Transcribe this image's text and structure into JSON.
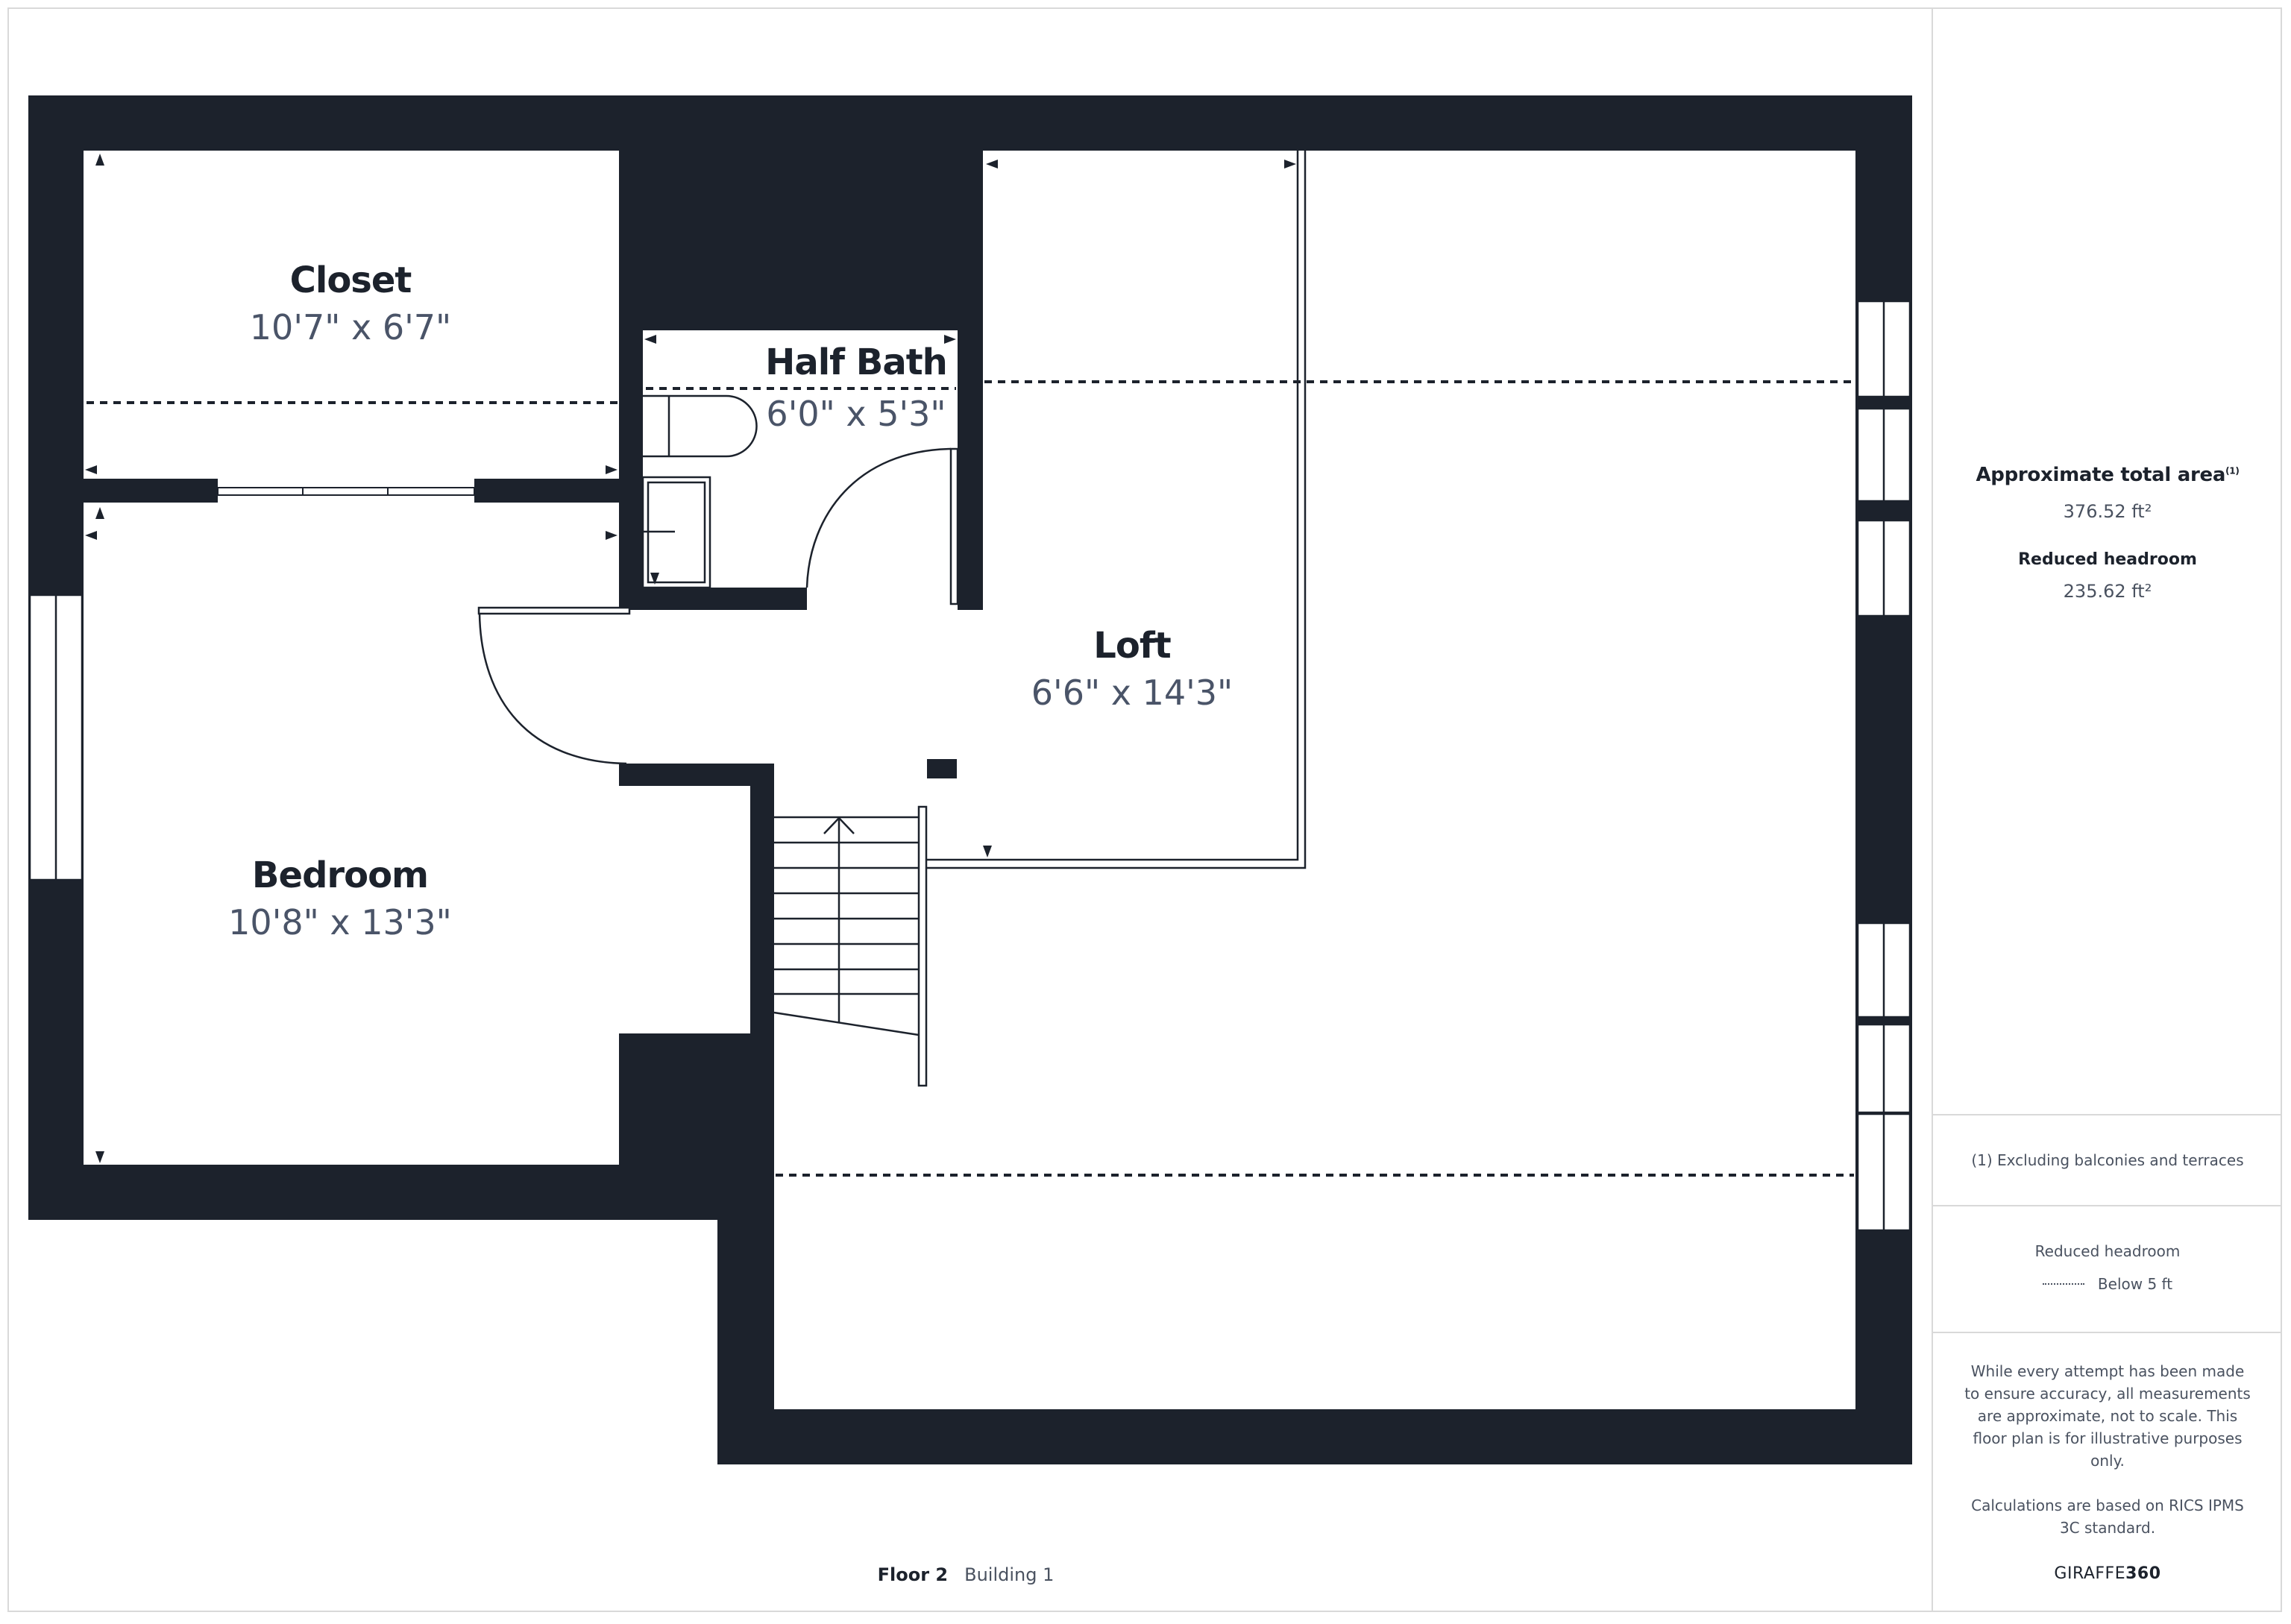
{
  "plan": {
    "wall_color": "#1c222c",
    "rooms": [
      {
        "name": "Closet",
        "dimensions": "10'7\" x 6'7\""
      },
      {
        "name": "Half Bath",
        "dimensions": "6'0\" x 5'3\""
      },
      {
        "name": "Loft",
        "dimensions": "6'6\" x 14'3\""
      },
      {
        "name": "Bedroom",
        "dimensions": "10'8\" x 13'3\""
      }
    ]
  },
  "footer": {
    "floor": "Floor 2",
    "building": "Building 1"
  },
  "sidebar": {
    "total_area_label": "Approximate total area",
    "total_area_footnote": "(1)",
    "total_area_value": "376.52 ft²",
    "reduced_headroom_label": "Reduced headroom",
    "reduced_headroom_value": "235.62 ft²",
    "note": "(1) Excluding balconies and terraces",
    "legend_title": "Reduced headroom",
    "legend_item": "Below 5 ft",
    "disclaimer": "While every attempt has been made to ensure accuracy, all measurements are approximate, not to scale. This floor plan is for illustrative purposes only.",
    "calc_note": "Calculations are based on RICS IPMS 3C standard.",
    "brand_light": "GIRAFFE",
    "brand_bold": "360"
  }
}
